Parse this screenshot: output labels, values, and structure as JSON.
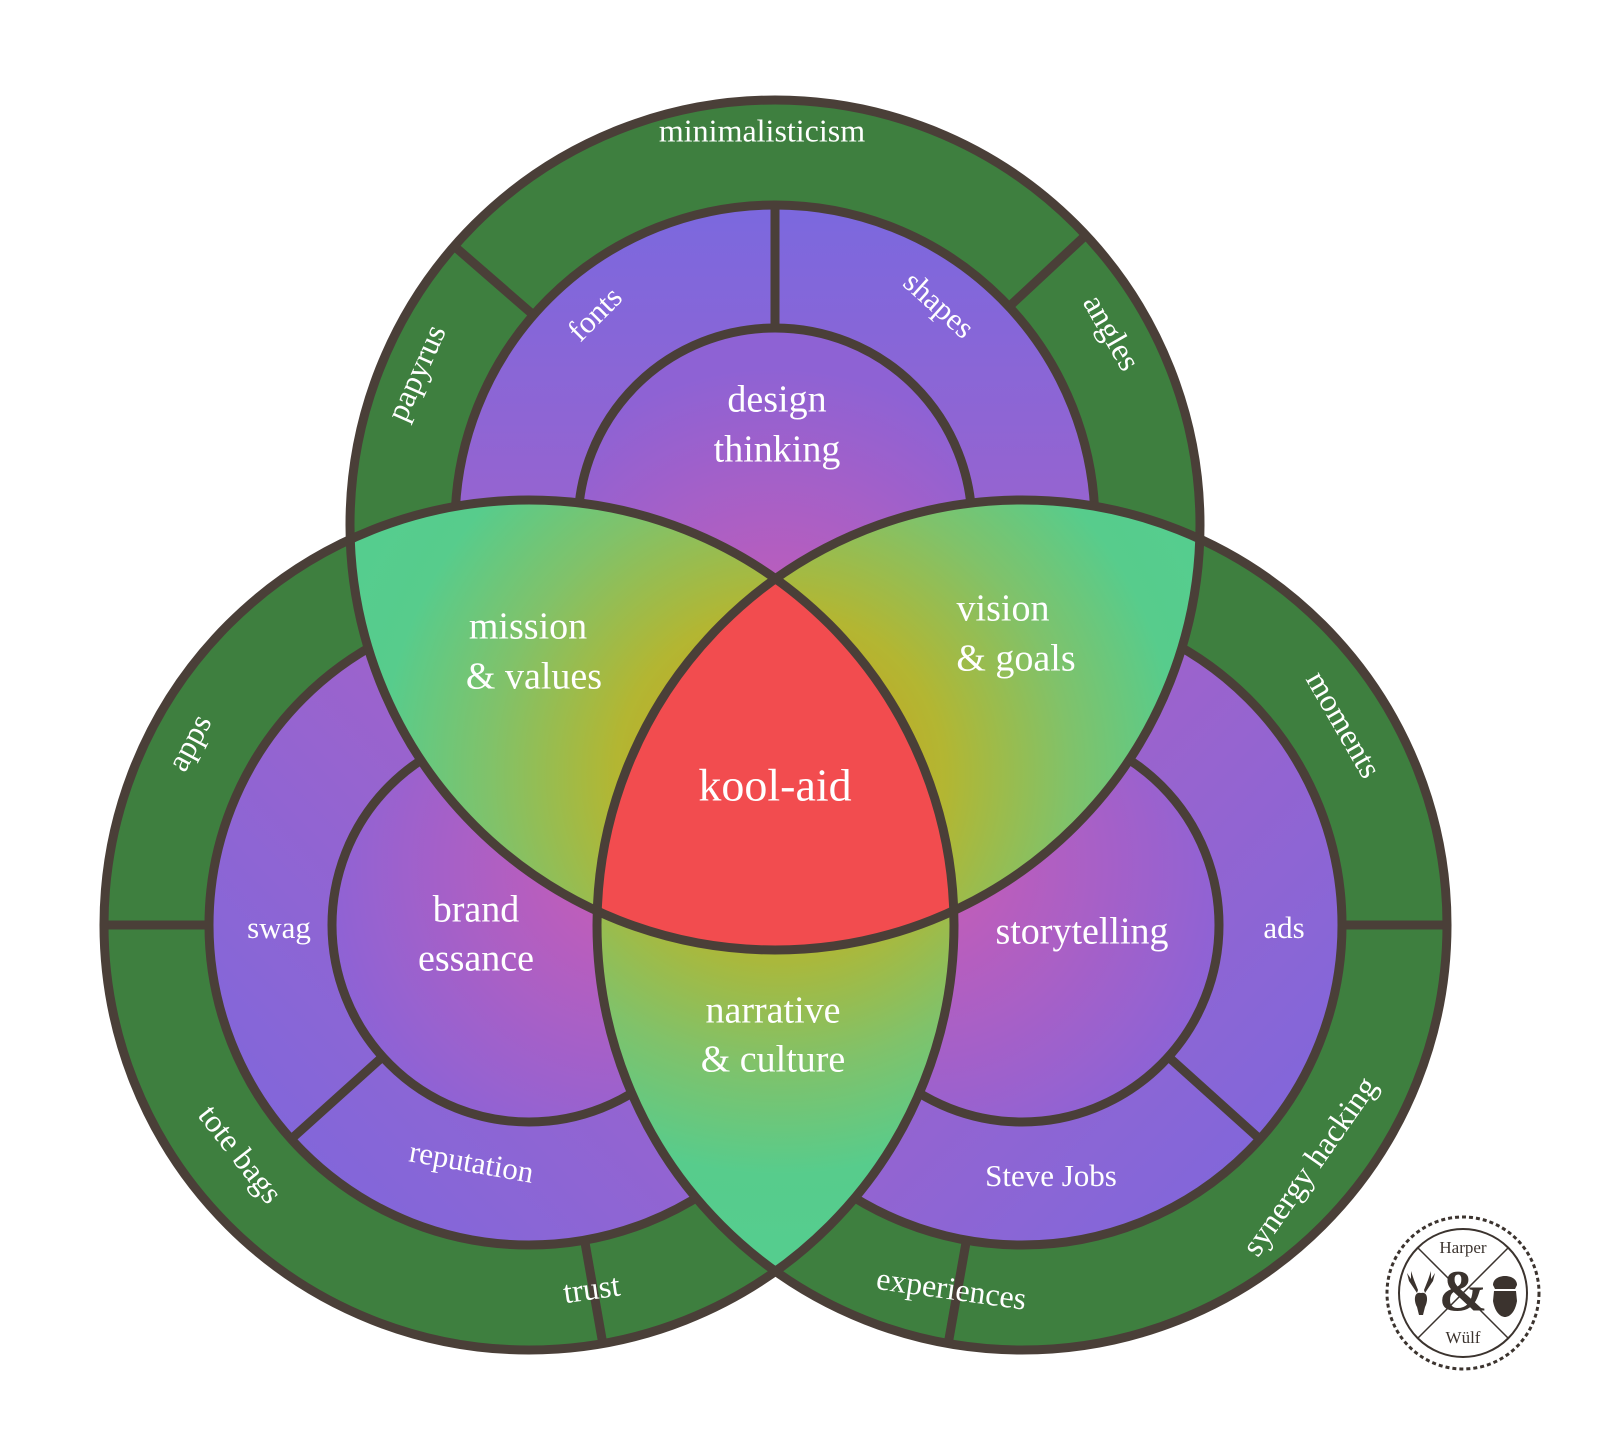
{
  "colors": {
    "outline": "#4a3f38",
    "outer_ring": "#3e7f3f",
    "mid_ring_a": "#7c69dd",
    "mid_ring_b": "#c35fb5",
    "lens_edge": "#57cc8c",
    "lens_mid": "#a9bb3c",
    "lens_core": "#c9a21f",
    "center": "#f24c4f",
    "badge_ink": "#3b332e"
  },
  "circles": {
    "top": {
      "core": "design thinking",
      "core_lines": [
        "design",
        "thinking"
      ],
      "middle": [
        "fonts",
        "shapes"
      ],
      "outer": [
        "minimalisticism",
        "papyrus",
        "angles"
      ]
    },
    "left": {
      "core": "brand essance",
      "core_lines": [
        "brand",
        "essance"
      ],
      "middle": [
        "swag",
        "reputation"
      ],
      "outer": [
        "apps",
        "tote bags",
        "trust"
      ]
    },
    "right": {
      "core": "storytelling",
      "core_lines": [
        "storytelling"
      ],
      "middle": [
        "ads",
        "Steve Jobs"
      ],
      "outer": [
        "moments",
        "synergy hacking",
        "experiences"
      ]
    }
  },
  "overlaps": {
    "top_left": [
      "mission",
      "& values"
    ],
    "top_right": [
      "vision",
      "& goals"
    ],
    "bottom": [
      "narrative",
      "& culture"
    ]
  },
  "center": "kool-aid",
  "logo": {
    "top_text": "Harper",
    "ampersand": "&",
    "bottom_text": "Wülf",
    "icons": [
      "stag-head-icon",
      "bearded-man-icon"
    ]
  }
}
